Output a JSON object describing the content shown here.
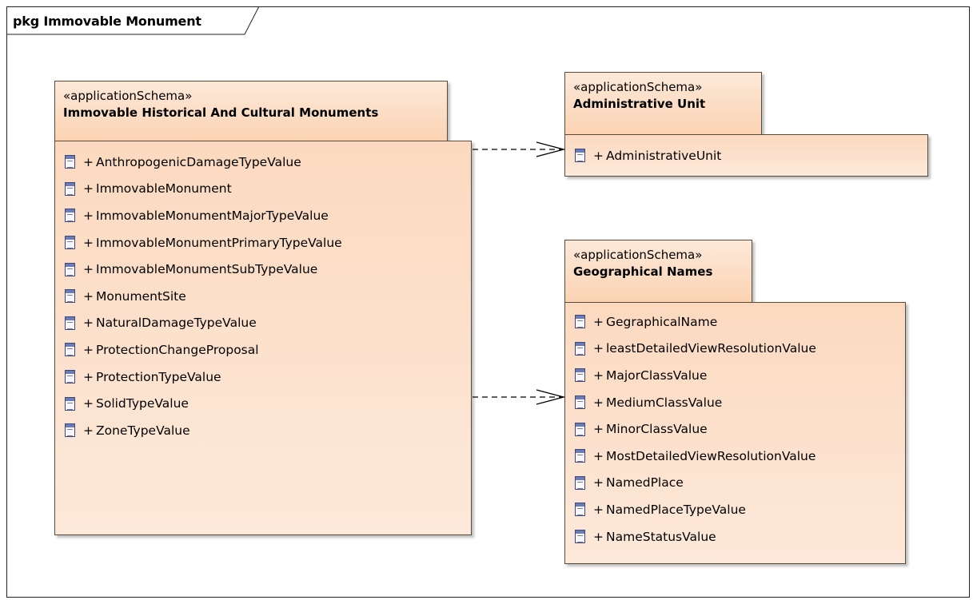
{
  "diagram": {
    "frame_title": "pkg Immovable Monument"
  },
  "packages": {
    "monuments": {
      "stereotype": "«applicationSchema»",
      "name": "Immovable Historical And Cultural Monuments",
      "items": [
        "AnthropogenicDamageTypeValue",
        "ImmovableMonument",
        "ImmovableMonumentMajorTypeValue",
        "ImmovableMonumentPrimaryTypeValue",
        "ImmovableMonumentSubTypeValue",
        "MonumentSite",
        "NaturalDamageTypeValue",
        "ProtectionChangeProposal",
        "ProtectionTypeValue",
        "SolidTypeValue",
        "ZoneTypeValue"
      ]
    },
    "admin": {
      "stereotype": "«applicationSchema»",
      "name": "Administrative Unit",
      "items": [
        "AdministrativeUnit"
      ]
    },
    "geo": {
      "stereotype": "«applicationSchema»",
      "name": "Geographical Names",
      "items": [
        "GegraphicalName",
        "leastDetailedViewResolutionValue",
        "MajorClassValue",
        "MediumClassValue",
        "MinorClassValue",
        "MostDetailedViewResolutionValue",
        "NamedPlace",
        "NamedPlaceTypeValue",
        "NameStatusValue"
      ]
    }
  },
  "visibility_symbol": "+",
  "icon": "class-icon",
  "colors": {
    "package_fill_top": "#fde9d9",
    "package_fill_bottom": "#fbd3b3",
    "package_border": "#5a4a3a",
    "dependency_line": "#000000"
  },
  "relationships": [
    {
      "from": "Immovable Historical And Cultural Monuments",
      "to": "Administrative Unit",
      "type": "dependency"
    },
    {
      "from": "Immovable Historical And Cultural Monuments",
      "to": "Geographical Names",
      "type": "dependency"
    }
  ]
}
